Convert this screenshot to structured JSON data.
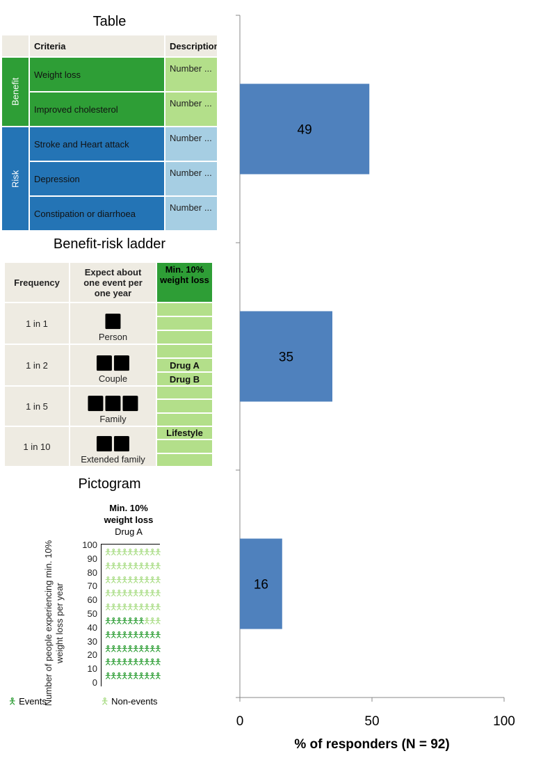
{
  "table": {
    "title": "Table",
    "headers": [
      "Criteria",
      "Description"
    ],
    "groups": [
      {
        "label": "Benefit",
        "rows": [
          {
            "criteria": "Weight loss",
            "description": "Number ..."
          },
          {
            "criteria": "Improved  cholesterol",
            "description": "Number ..."
          }
        ]
      },
      {
        "label": "Risk",
        "rows": [
          {
            "criteria": "Stroke and Heart attack",
            "description": "Number ..."
          },
          {
            "criteria": "Depression",
            "description": "Number ..."
          },
          {
            "criteria": "Constipation or diarrhoea",
            "description": "Number ..."
          }
        ]
      }
    ]
  },
  "ladder": {
    "title": "Benefit-risk ladder",
    "headers": [
      "Frequency",
      "Expect about one event per one year",
      "Min. 10% weight loss"
    ],
    "rows": [
      {
        "freq": "1 in 1",
        "label": "Person",
        "icons": "🚹",
        "markers": [
          "",
          "",
          ""
        ]
      },
      {
        "freq": "1 in 2",
        "label": "Couple",
        "icons": "🚹🚺",
        "markers": [
          "",
          "Drug A",
          "Drug B"
        ]
      },
      {
        "freq": "1 in 5",
        "label": "Family",
        "icons": "🚹🚺👪",
        "markers": [
          "",
          "",
          ""
        ]
      },
      {
        "freq": "1 in 10",
        "label": "Extended family",
        "icons": "👪👪",
        "markers": [
          "Lifestyle",
          "",
          ""
        ]
      }
    ]
  },
  "pictogram": {
    "title": "Pictogram",
    "header": "Min. 10% weight loss",
    "subheader": "Drug A",
    "ylabel": "Number of people experiencing min. 10% weight loss per year",
    "yticks": [
      "100",
      "90",
      "80",
      "70",
      "60",
      "50",
      "40",
      "30",
      "20",
      "10",
      "0"
    ],
    "events": 47,
    "total": 100,
    "legend": [
      "Events",
      "Non-events"
    ],
    "colors": {
      "event": "#2e9e36",
      "nonevent": "#a8dc84"
    }
  },
  "chart_data": {
    "type": "bar",
    "orientation": "horizontal",
    "categories": [
      "Table",
      "Benefit-risk ladder",
      "Pictogram"
    ],
    "values": [
      49,
      35,
      16
    ],
    "data_labels": [
      "49",
      "35",
      "16"
    ],
    "xlabel": "% of responders (N = 92)",
    "xlim": [
      0,
      100
    ],
    "xticks": [
      "0",
      "50",
      "100"
    ],
    "bar_color": "#4f81bd"
  }
}
